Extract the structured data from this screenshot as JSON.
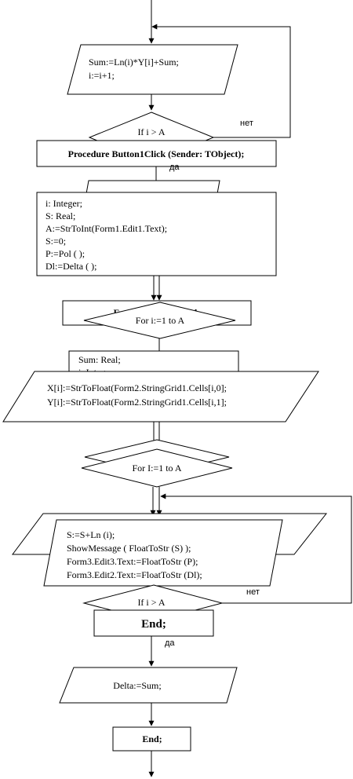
{
  "loop1": {
    "line1": "Sum:=Ln(i)*Y[i]+Sum;",
    "line2": "i:=i+1;",
    "condition": "If i > A",
    "no_label": "нет",
    "yes_label": "да"
  },
  "procedure_header": "Procedure Button1Click (Sender: TObject);",
  "vars_block": [
    "i: Integer;",
    "S: Real;",
    "A:=StrToInt(Form1.Edit1.Text);",
    "S:=0;",
    "P:=Pol ( );",
    "Dl:=Delta ( );"
  ],
  "function_header": "Function Delta: Real;",
  "for_loop_1": "For   i:=1 to A",
  "func_vars": [
    "Sum: Real;",
    "i: Integer;"
  ],
  "read_block": [
    "X[i]:=StrToFloat(Form2.StringGrid1.Cells[i,0];",
    "Y[i]:=StrToFloat(Form2.StringGrid1.Cells[i,1];"
  ],
  "for_loop_2": "For I:=1 to A",
  "output_block": [
    "S:=S+Ln (i);",
    "ShowMessage  ( FloatToStr  (S) );",
    "Form3.Edit3.Text:=FloatToStr (P);",
    "Form3.Edit2.Text:=FloatToStr (Dl);"
  ],
  "loop2": {
    "condition": "If  i > A",
    "no_label": "нет",
    "yes_label": "да"
  },
  "end_big": "End;",
  "assign_block": "Delta:=Sum;",
  "end_small": "End;"
}
